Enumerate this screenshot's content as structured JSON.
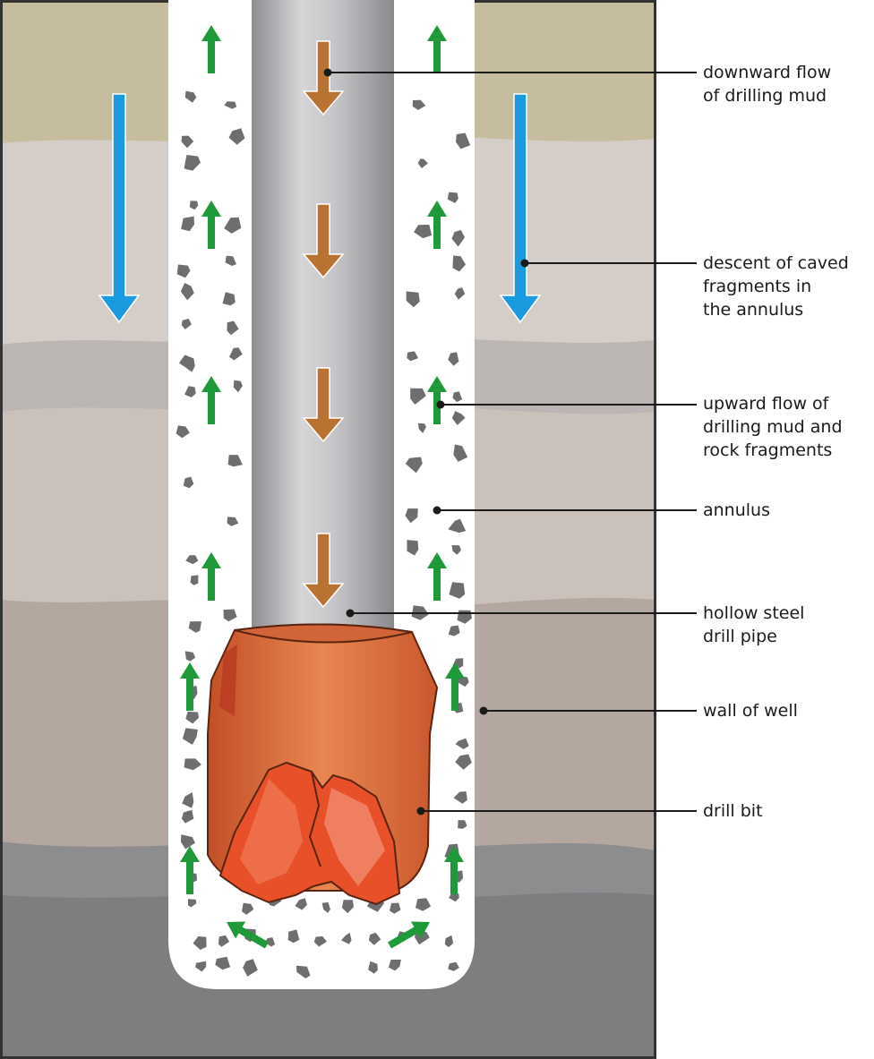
{
  "labels": {
    "downward_flow": "downward flow\nof drilling mud",
    "caved_fragments": "descent of caved\nfragments in\nthe annulus",
    "upward_flow": "upward flow of\ndrilling mud and\nrock fragments",
    "annulus": "annulus",
    "drill_pipe": "hollow steel\ndrill pipe",
    "wall": "wall of well",
    "drill_bit": "drill bit"
  },
  "colors": {
    "mud_flow_arrow": "#b87333",
    "caved_arrow": "#1a9be0",
    "upward_arrow": "#1f9a3a",
    "pipe": "#b9b9bc",
    "bit": "#e0703c",
    "rock_fragment": "#6e6e70"
  },
  "icons": {
    "mud_flow": "down-arrow-icon",
    "caved": "down-arrow-icon",
    "upward": "up-arrow-icon"
  }
}
